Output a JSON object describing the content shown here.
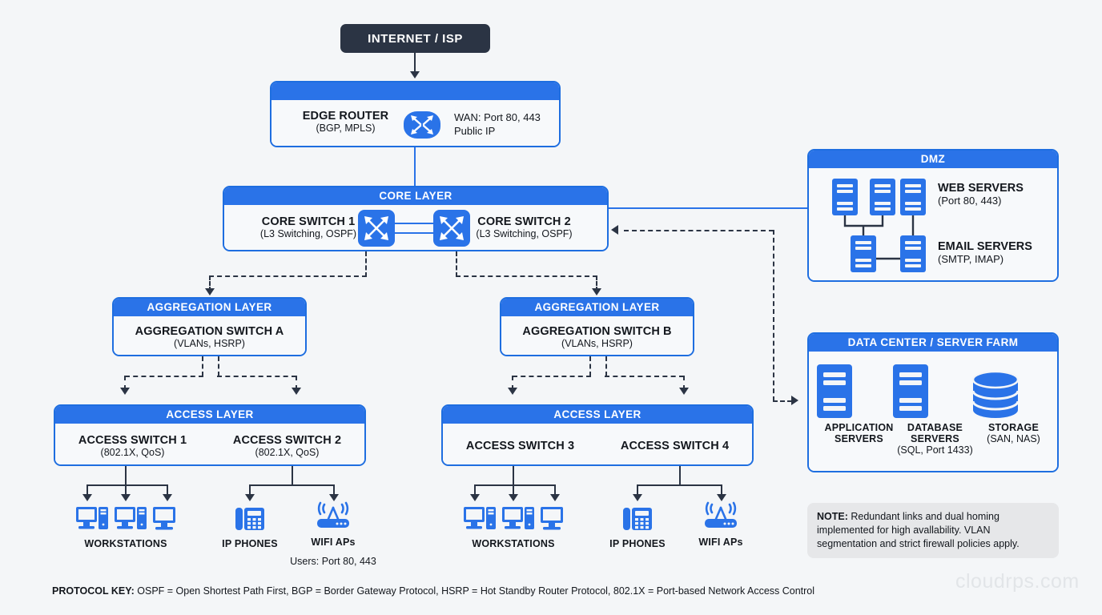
{
  "diagram": {
    "background": "#f4f6f8",
    "accent": "#2a73e8",
    "dark": "#2b3444",
    "watermark": "cloudrps.com"
  },
  "internet": {
    "label": "INTERNET / ISP"
  },
  "edge_router": {
    "title": "EDGE ROUTER",
    "subtitle": "(BGP, MPLS)",
    "icon": "router-icon",
    "info_line1": "WAN: Port 80, 443",
    "info_line2": "Public IP"
  },
  "core": {
    "header": "CORE LAYER",
    "switch1": {
      "title": "CORE SWITCH 1",
      "subtitle": "(L3 Switching, OSPF)",
      "icon": "switch-icon"
    },
    "switch2": {
      "title": "CORE SWITCH 2",
      "subtitle": "(L3 Switching, OSPF)",
      "icon": "switch-icon"
    }
  },
  "aggregation": [
    {
      "header": "AGGREGATION LAYER",
      "title": "AGGREGATION SWITCH A",
      "subtitle": "(VLANs, HSRP)"
    },
    {
      "header": "AGGREGATION LAYER",
      "title": "AGGREGATION SWITCH B",
      "subtitle": "(VLANs, HSRP)"
    }
  ],
  "access_left": {
    "header": "ACCESS LAYER",
    "switches": [
      {
        "title": "ACCESS SWITCH 1",
        "subtitle": "(802.1X, QoS)"
      },
      {
        "title": "ACCESS SWITCH 2",
        "subtitle": "(802.1X, QoS)"
      }
    ]
  },
  "access_right": {
    "header": "ACCESS LAYER",
    "switches": [
      {
        "title": "ACCESS SWITCH 3",
        "subtitle": ""
      },
      {
        "title": "ACCESS SWITCH 4",
        "subtitle": ""
      }
    ]
  },
  "endpoints_left": {
    "workstations": {
      "label": "WORKSTATIONS",
      "icon": "workstation-icon",
      "count": 3
    },
    "ip_phones": {
      "label": "IP PHONES",
      "icon": "ip-phone-icon"
    },
    "wifi_aps": {
      "label": "WIFI APs",
      "icon": "wifi-ap-icon",
      "note": "Users: Port 80, 443"
    }
  },
  "endpoints_right": {
    "workstations": {
      "label": "WORKSTATIONS",
      "icon": "workstation-icon",
      "count": 3
    },
    "ip_phones": {
      "label": "IP PHONES",
      "icon": "ip-phone-icon"
    },
    "wifi_aps": {
      "label": "WIFI APs",
      "icon": "wifi-ap-icon",
      "note": ""
    }
  },
  "dmz": {
    "header": "DMZ",
    "web_servers": {
      "title": "WEB SERVERS",
      "subtitle": "(Port 80, 443)",
      "icon": "server-icon"
    },
    "email_servers": {
      "title": "EMAIL SERVERS",
      "subtitle": "(SMTP, IMAP)",
      "icon": "server-icon"
    }
  },
  "datacenter": {
    "header": "DATA CENTER / SERVER FARM",
    "items": [
      {
        "line1": "APPLICATION",
        "line2": "SERVERS",
        "line3": "",
        "icon": "server-icon"
      },
      {
        "line1": "DATABASE",
        "line2": "SERVERS",
        "line3": "(SQL, Port 1433)",
        "icon": "server-icon"
      },
      {
        "line1": "STORAGE",
        "line2": "(SAN, NAS)",
        "line3": "",
        "icon": "storage-icon"
      }
    ]
  },
  "note": {
    "bold": "NOTE:",
    "text": " Redundant links and dual homing implemented for high avallability. VLAN segmentation and strict firewall policies apply."
  },
  "footer": {
    "bold": "PROTOCOL KEY:",
    "text": " OSPF = Open Shortest Path First, BGP = Border Gateway Protocol, HSRP = Hot Standby Router Protocol, 802.1X = Port-based Network Access Control"
  }
}
